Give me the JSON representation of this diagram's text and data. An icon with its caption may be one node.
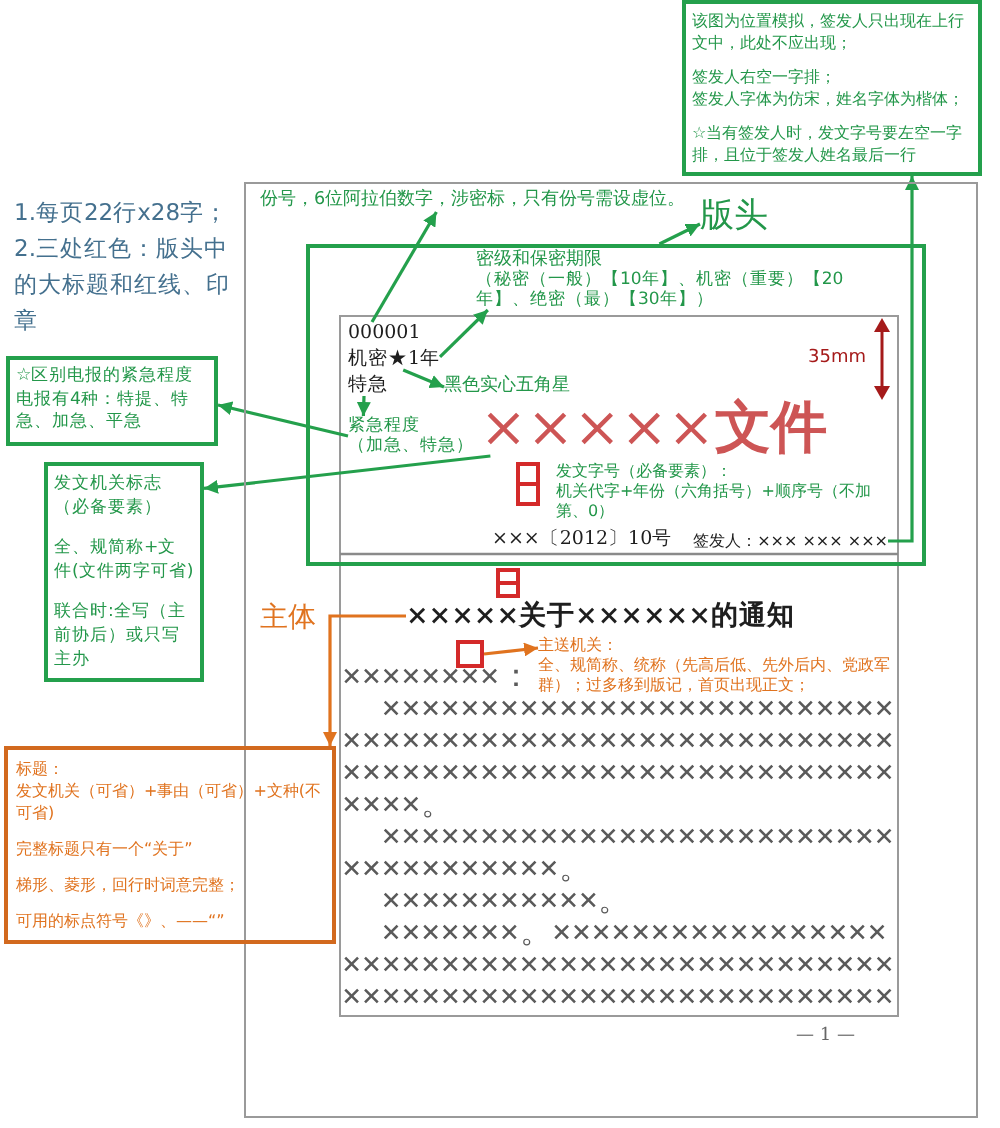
{
  "diagram": {
    "nodes": [
      {
        "text": [
          "该图为位置模拟，签发人只出现在上行文中，此处不应出现；",
          "签发人右空一字排；",
          "签发人字体为仿宋，姓名字体为楷体；",
          "☆当有签发人时，发文字号要左空一字排，且位于签发人姓名最后一行"
        ]
      },
      {
        "text": [
          "××××××××：",
          "××××××××××××××××××××××××××××××××××××××××××××××××××××××××××××××××××××××××××××××××××××××。",
          "×××××××××××××××××××××××××××××××××××××。",
          "×××××××××××。",
          "×××××××。×××××××××××××××××××××××××××××××××××××××××××××××××××××××××××××××××××××××××",
          "— 1 —"
        ]
      },
      {
        "text": [
          "份号，6位阿拉伯数字，涉密标，只有份号需设虚位。"
        ],
        "in": 1
      },
      {
        "text": [
          "版头"
        ],
        "in": 1
      },
      {
        "text": [
          "发文字号（必备要素）：",
          "机关代字+年份（六角括号）+顺序号（不加第、0）",
          "×××〔2012〕10号"
        ],
        "in": 1
      },
      {
        "text": [
          "密级和保密期限",
          "（秘密（一般）【10年】、机密（重要）【20年】、绝密（最）【30年】）"
        ],
        "in": 4
      },
      {
        "text": [
          "000001"
        ],
        "in": 4
      },
      {
        "text": [
          "机密★1年"
        ],
        "in": 4
      },
      {
        "text": [
          "特急"
        ],
        "in": 4
      },
      {
        "text": [
          "黑色实心五角星"
        ],
        "in": 4
      },
      {
        "text": [
          "☆区别电报的紧急程度",
          "电报有4种：特提、特急、加急、平急"
        ]
      },
      {
        "text": [
          "紧急程度",
          "（加急、特急）"
        ],
        "in": 4
      },
      {
        "text": [
          "×××××**文件**"
        ],
        "in": 4
      },
      {
        "text": [
          "发文机关标志（必备要素）",
          "全、规简称+文件(文件两字可省)",
          "联合时:全写（主前协后）或只写主办"
        ]
      },
      {
        "text": [
          "签发人：××× ××× ×××"
        ],
        "in": 4
      },
      {
        "text": [
          "×××××关于××××××的通知"
        ],
        "in": 1
      },
      {
        "text": [],
        "shape": "box",
        "in": 1
      },
      {
        "text": [
          "主送机关：",
          "全、规简称、统称（先高后低、先外后内、党政军群）；过多移到版记，首页出现正文；"
        ],
        "in": 1
      },
      {
        "text": [
          "标题：",
          "发文机关（可省）+事由（可省）+文种(不可省)",
          "完整标题只有一个“关于”",
          "梯形、菱形，回行时词意完整；",
          "可用的标点符号《》、——“”"
        ]
      }
    ],
    "edges": [
      {
        "from": 6,
        "to": 2,
        "arrow": "to"
      },
      {
        "from": 7,
        "to": 5,
        "arrow": "to"
      },
      {
        "from": 7,
        "to": 9,
        "arrow": "to"
      },
      {
        "from": 8,
        "to": 11,
        "arrow": "to"
      },
      {
        "from": 11,
        "to": 10,
        "arrow": "to"
      },
      {
        "from": 12,
        "to": 13,
        "arrow": "to"
      },
      {
        "from": 4,
        "to": 3,
        "arrow": "to"
      },
      {
        "from": 14,
        "to": 0,
        "arrow": "to"
      },
      {
        "from": 15,
        "to": 18,
        "arrow": "to",
        "color": "#e0731f"
      },
      {
        "from": 16,
        "to": 17,
        "arrow": "to",
        "color": "#e0731f"
      }
    ],
    "labels": [
      "1.每页22行x28字；",
      "2.三处红色：版头中的大标题和红线、印章",
      "35mm",
      "主体"
    ]
  }
}
